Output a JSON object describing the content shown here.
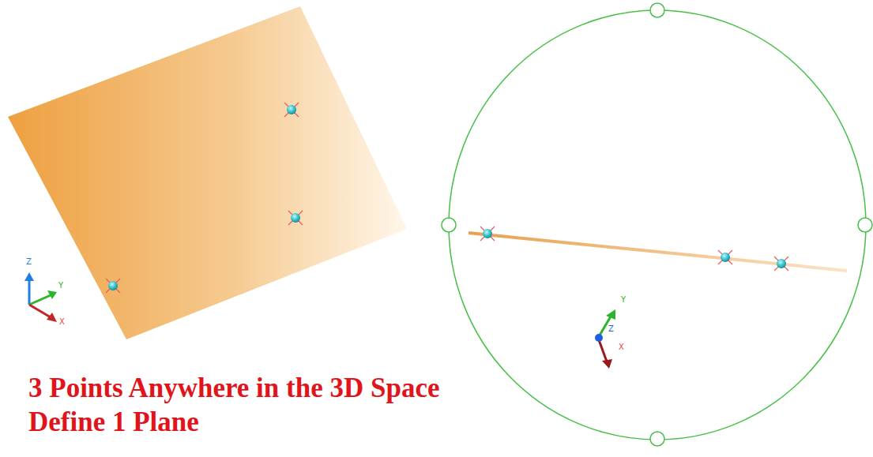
{
  "diagram": {
    "caption": "3 Points Anywhere in the 3D Space Define 1 Plane",
    "labels": [
      "Z",
      "Y",
      "X",
      "Y",
      "Z",
      "X"
    ]
  }
}
